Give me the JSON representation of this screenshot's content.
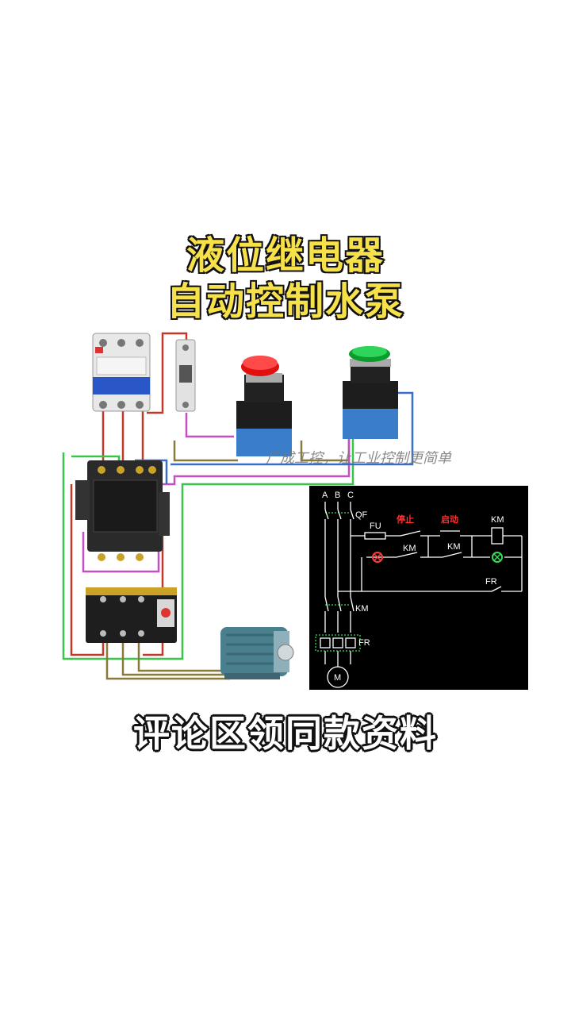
{
  "title_line1": "液位继电器",
  "title_line2": "自动控制水泵",
  "bottom_caption": "评论区领同款资料",
  "watermark": "广成工控，让工业控制更简单",
  "schematic": {
    "phases": [
      "A",
      "B",
      "C"
    ],
    "breaker": "QF",
    "fuse": "FU",
    "stop_label": "停止",
    "start_label": "启动",
    "coil": "KM",
    "aux_contact_1": "KM",
    "aux_contact_2": "KM",
    "overload_contact": "FR",
    "main_contact": "KM",
    "overload_relay": "FR",
    "motor": "M"
  },
  "colors": {
    "title_fill": "#f7e14a",
    "schematic_bg": "#000000",
    "lamp_red": "#ff3b3b",
    "lamp_green": "#33dd55"
  }
}
